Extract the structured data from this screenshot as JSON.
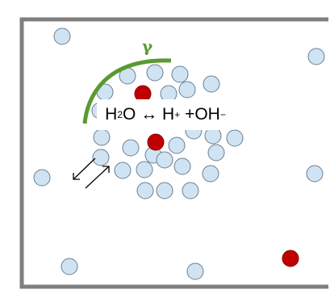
{
  "colors": {
    "container_border": "#7f7f7f",
    "molecule_fill": "#cfe3f2",
    "molecule_stroke": "#6a7f92",
    "ion_fill": "#c00000",
    "ion_stroke": "#8a0000",
    "interface_curve": "#5a9a2e",
    "arrow": "#000000"
  },
  "interface": {
    "symbol": "γ"
  },
  "reaction": {
    "reactant": "H",
    "reactant_sub": "2",
    "reactant_tail": "O",
    "arrow": "↔",
    "product1": "H",
    "product1_sup": "+",
    "product2": "+OH",
    "product2_sup": "−"
  },
  "icons": {
    "arrows": "double-diagonal-arrow-icon"
  }
}
